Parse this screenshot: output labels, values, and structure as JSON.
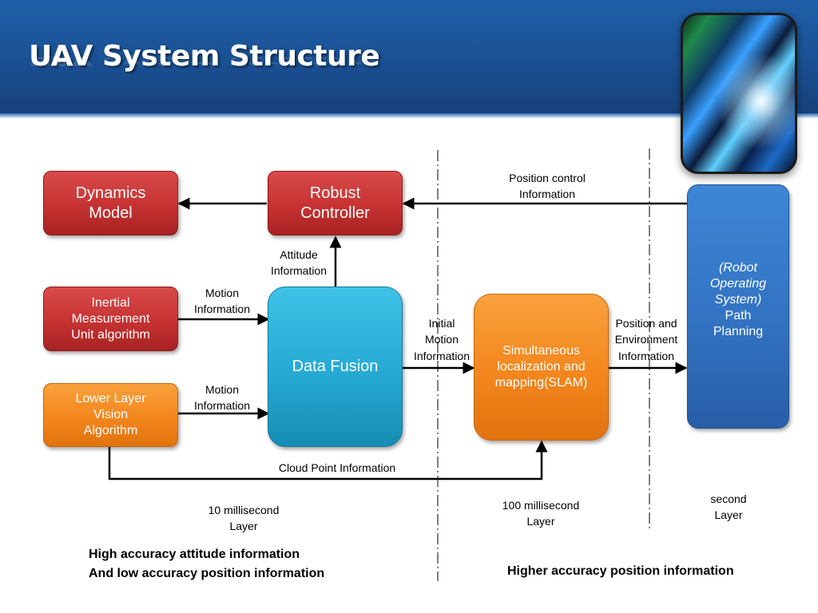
{
  "header": {
    "title": "UAV System Structure"
  },
  "boxes": {
    "dynamics_model": "Dynamics\nModel",
    "robust_controller": "Robust\nController",
    "imu_algorithm": "Inertial\nMeasurement\nUnit algorithm",
    "lower_vision": "Lower Layer\nVision\nAlgorithm",
    "data_fusion": "Data Fusion",
    "slam": "Simultaneous\nlocalization and\nmapping(SLAM)",
    "ros_title": "(Robot\nOperating\nSystem)",
    "path_planning": "Path\nPlanning"
  },
  "labels": {
    "position_control": "Position control\nInformation",
    "attitude_info": "Attitude\nInformation",
    "motion_info_1": "Motion\nInformation",
    "motion_info_2": "Motion\nInformation",
    "initial_motion": "Initial\nMotion\nInformation",
    "position_env": "Position and\nEnvironment\nInformation",
    "cloud_point": "Cloud Point Information",
    "layer_10ms": "10 millisecond\nLayer",
    "layer_100ms": "100 millisecond\nLayer",
    "layer_second": "second\nLayer"
  },
  "notes": {
    "low_layer": "High accuracy attitude information\nAnd low accuracy position information",
    "high_layer": "Higher accuracy position information"
  },
  "colors": {
    "header_blue": "#1a4f92",
    "box_red": "#c63232",
    "box_orange": "#f3861d",
    "box_cyan": "#25a9d3",
    "box_blue": "#3273c2"
  }
}
